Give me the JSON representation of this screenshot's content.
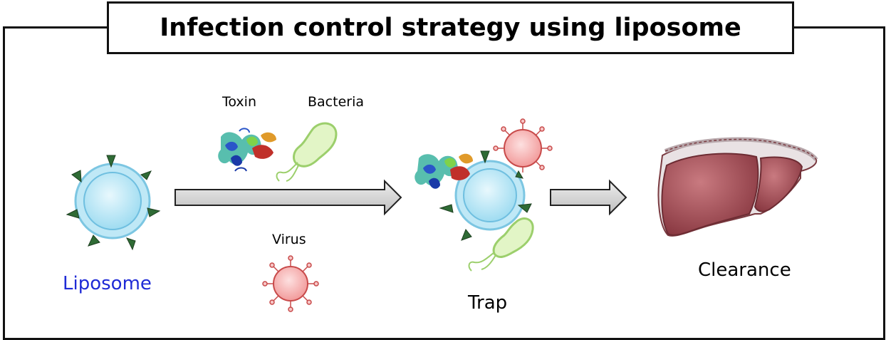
{
  "title": "Infection control strategy using liposome",
  "labels": {
    "toxin": "Toxin",
    "bacteria": "Bacteria",
    "virus": "Virus",
    "liposome": "Liposome",
    "trap": "Trap",
    "clearance": "Clearance"
  },
  "colors": {
    "liposome_fill": "#c9ecf8",
    "liposome_ring": "#8fd1ea",
    "receptor": "#2f6b35",
    "virus_fill": "#f7b3b3",
    "virus_stroke": "#c84a4a",
    "bacteria_fill": "#dff2c0",
    "bacteria_stroke": "#9ccf6c",
    "arrow_fill": "#d8d8d8",
    "liver": "#a8515a",
    "liposome_label": "#1f2bd6"
  }
}
